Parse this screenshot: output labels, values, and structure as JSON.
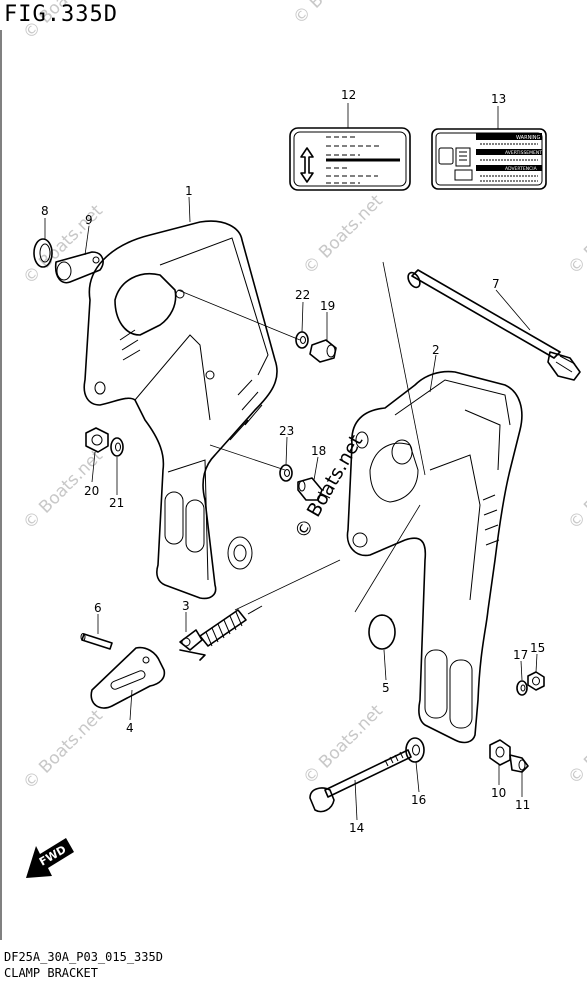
{
  "figure": {
    "title": "FIG.335D",
    "code": "DF25A_30A_P03_015_335D",
    "name": "CLAMP BRACKET"
  },
  "watermark": {
    "text": "© Boats.net"
  },
  "callouts": {
    "n1": "1",
    "n2": "2",
    "n3": "3",
    "n4": "4",
    "n5": "5",
    "n6": "6",
    "n7": "7",
    "n8": "8",
    "n9": "9",
    "n10": "10",
    "n11": "11",
    "n12": "12",
    "n13": "13",
    "n14": "14",
    "n15": "15",
    "n16": "16",
    "n17": "17",
    "n18": "18",
    "n19": "19",
    "n20": "20",
    "n21": "21",
    "n22": "22",
    "n23": "23"
  },
  "fwd_label": "FWD",
  "label13": {
    "warning": "WARNING",
    "avertissement": "AVERTISSEMENT",
    "advertencia": "ADVERTENCIA"
  }
}
